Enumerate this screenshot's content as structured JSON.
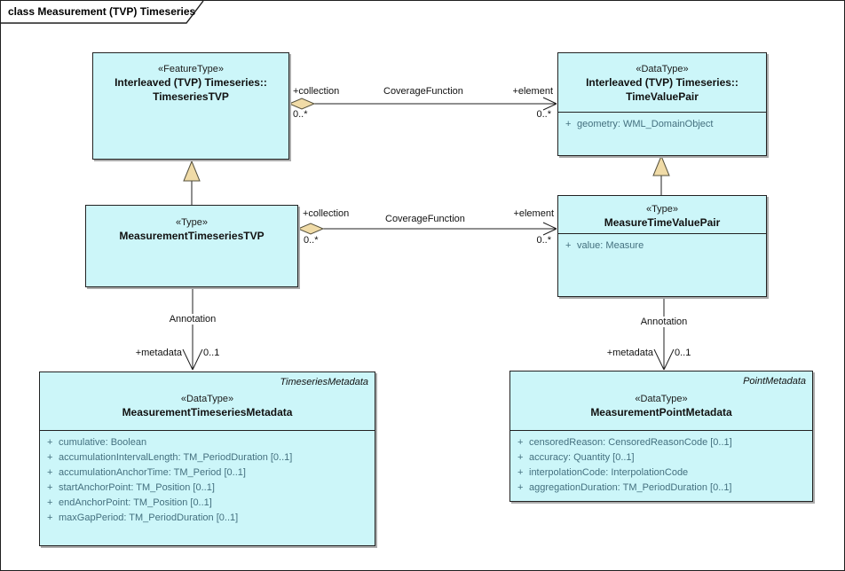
{
  "diagram": {
    "title": "class Measurement (TVP) Timeseries"
  },
  "classes": {
    "timeseries_tvp": {
      "stereotype": "«FeatureType»",
      "name1": "Interleaved (TVP) Timeseries::",
      "name2": "TimeseriesTVP"
    },
    "time_value_pair": {
      "stereotype": "«DataType»",
      "name1": "Interleaved (TVP) Timeseries::",
      "name2": "TimeValuePair",
      "attributes": [
        {
          "vis": "+",
          "text": "geometry: WML_DomainObject"
        }
      ]
    },
    "measurement_timeseries_tvp": {
      "stereotype": "«Type»",
      "name": "MeasurementTimeseriesTVP"
    },
    "measure_time_value_pair": {
      "stereotype": "«Type»",
      "name": "MeasureTimeValuePair",
      "attributes": [
        {
          "vis": "+",
          "text": "value: Measure"
        }
      ]
    },
    "measurement_timeseries_metadata": {
      "tag": "TimeseriesMetadata",
      "stereotype": "«DataType»",
      "name": "MeasurementTimeseriesMetadata",
      "attributes": [
        {
          "vis": "+",
          "text": "cumulative: Boolean"
        },
        {
          "vis": "+",
          "text": "accumulationIntervalLength: TM_PeriodDuration [0..1]"
        },
        {
          "vis": "+",
          "text": "accumulationAnchorTime: TM_Period [0..1]"
        },
        {
          "vis": "+",
          "text": "startAnchorPoint: TM_Position [0..1]"
        },
        {
          "vis": "+",
          "text": "endAnchorPoint: TM_Position [0..1]"
        },
        {
          "vis": "+",
          "text": "maxGapPeriod: TM_PeriodDuration [0..1]"
        }
      ]
    },
    "measurement_point_metadata": {
      "tag": "PointMetadata",
      "stereotype": "«DataType»",
      "name": "MeasurementPointMetadata",
      "attributes": [
        {
          "vis": "+",
          "text": "censoredReason: CensoredReasonCode [0..1]"
        },
        {
          "vis": "+",
          "text": "accuracy: Quantity [0..1]"
        },
        {
          "vis": "+",
          "text": "interpolationCode: InterpolationCode"
        },
        {
          "vis": "+",
          "text": "aggregationDuration: TM_PeriodDuration [0..1]"
        }
      ]
    }
  },
  "connectors": {
    "coverage_top": {
      "name": "CoverageFunction",
      "source_role": "+collection",
      "source_mult": "0..*",
      "target_role": "+element",
      "target_mult": "0..*"
    },
    "coverage_middle": {
      "name": "CoverageFunction",
      "source_role": "+collection",
      "source_mult": "0..*",
      "target_role": "+element",
      "target_mult": "0..*"
    },
    "annotation_left": {
      "name": "Annotation",
      "target_role": "+metadata",
      "target_mult": "0..1"
    },
    "annotation_right": {
      "name": "Annotation",
      "target_role": "+metadata",
      "target_mult": "0..1"
    }
  },
  "colors": {
    "class_fill": "#CCF6F9",
    "class_border": "#222222",
    "attribute_text": "#44707F",
    "aggregation_diamond_fill": "#F0DBA7",
    "generalization_arrow_fill": "#F0DBA7",
    "line": "#1f1f1f"
  }
}
